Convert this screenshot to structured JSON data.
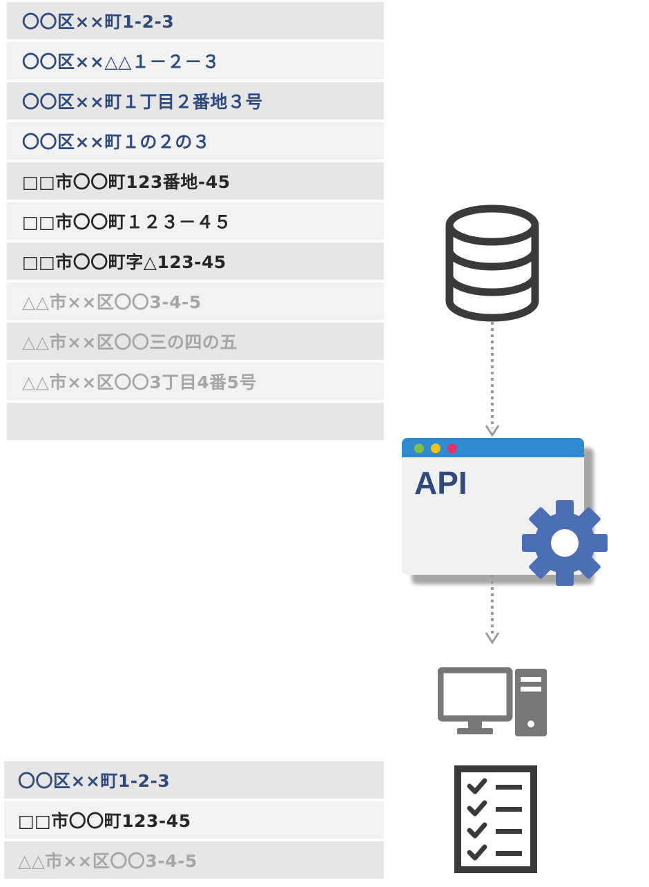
{
  "input_addresses": [
    {
      "text": "〇〇区××町1-2-3",
      "color_group": "blue"
    },
    {
      "text": "〇〇区××△△１－２－３",
      "color_group": "blue"
    },
    {
      "text": "〇〇区××町１丁目２番地３号",
      "color_group": "blue"
    },
    {
      "text": "〇〇区××町１の２の３",
      "color_group": "blue"
    },
    {
      "text": "□□市〇〇町123番地-45",
      "color_group": "black"
    },
    {
      "text": "□□市〇〇町１２３－４５",
      "color_group": "black"
    },
    {
      "text": "□□市〇〇町字△123-45",
      "color_group": "black"
    },
    {
      "text": "△△市××区〇〇3-4-5",
      "color_group": "gray"
    },
    {
      "text": "△△市××区〇〇三の四の五",
      "color_group": "gray"
    },
    {
      "text": "△△市××区〇〇3丁目4番5号",
      "color_group": "gray"
    },
    {
      "text": "",
      "color_group": "blank"
    }
  ],
  "api_window": {
    "label": "API"
  },
  "output_addresses": [
    {
      "text": "〇〇区××町1-2-3",
      "color_group": "blue"
    },
    {
      "text": "□□市〇〇町123-45",
      "color_group": "black"
    },
    {
      "text": "△△市××区〇〇3-4-5",
      "color_group": "gray"
    }
  ],
  "colors": {
    "blue_text": "#2f4a7c",
    "black_text": "#262626",
    "gray_text": "#a6a6a6",
    "titlebar": "#2e8bd0",
    "gear": "#4a6fb5",
    "icon_dark": "#3a3a3a",
    "icon_gray": "#777777"
  },
  "icons": [
    "database-icon",
    "arrow-down-icon",
    "gear-icon",
    "desktop-computer-icon",
    "checklist-icon"
  ]
}
